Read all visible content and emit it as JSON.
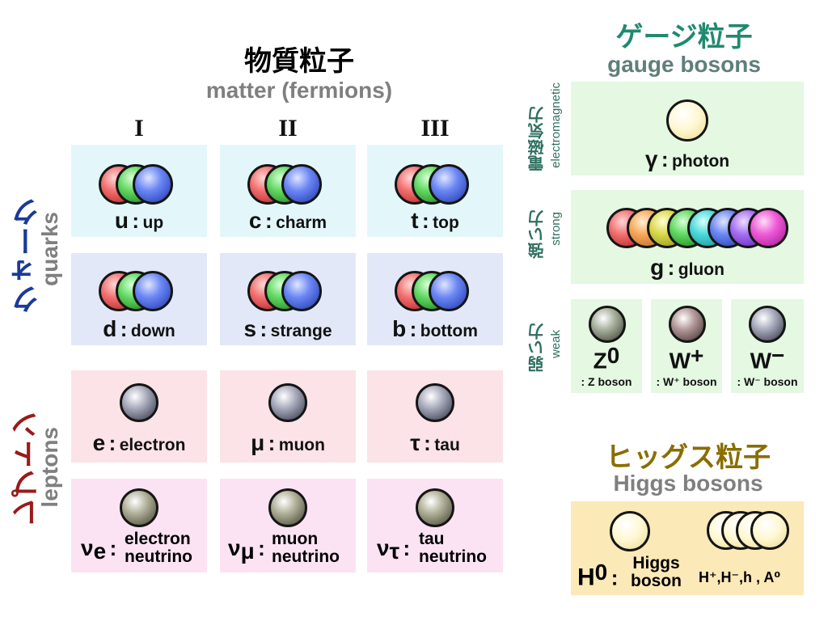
{
  "matter": {
    "title_jp": "物質粒子",
    "title_en": "matter (fermions)",
    "generations": [
      "I",
      "II",
      "III"
    ]
  },
  "quarks": {
    "label_jp": "クォーク",
    "label_en": "quarks",
    "up": [
      {
        "sym": "u",
        "name": "up"
      },
      {
        "sym": "c",
        "name": "charm"
      },
      {
        "sym": "t",
        "name": "top"
      }
    ],
    "down": [
      {
        "sym": "d",
        "name": "down"
      },
      {
        "sym": "s",
        "name": "strange"
      },
      {
        "sym": "b",
        "name": "bottom"
      }
    ]
  },
  "leptons": {
    "label_jp": "レプトン",
    "label_en": "leptons",
    "charged": [
      {
        "sym": "e",
        "name": "electron"
      },
      {
        "sym": "μ",
        "name": "muon"
      },
      {
        "sym": "τ",
        "name": "tau"
      }
    ],
    "neutrinos": [
      {
        "sym": "ν",
        "sub": "e",
        "name1": "electron",
        "name2": "neutrino"
      },
      {
        "sym": "ν",
        "sub": "μ",
        "name1": "muon",
        "name2": "neutrino"
      },
      {
        "sym": "ν",
        "sub": "τ",
        "name1": "tau",
        "name2": "neutrino"
      }
    ]
  },
  "gauge": {
    "title_jp": "ゲージ粒子",
    "title_en": "gauge bosons",
    "em": {
      "force_jp": "電磁気力",
      "force_en": "electromagnetic",
      "sym": "γ",
      "name": "photon"
    },
    "strong": {
      "force_jp": "強い力",
      "force_en": "strong",
      "sym": "g",
      "name": "gluon"
    },
    "weak": {
      "force_jp": "弱い力",
      "force_en": "weak",
      "bosons": [
        {
          "sym": "Z",
          "sup": "0",
          "name": ": Z boson"
        },
        {
          "sym": "W",
          "sup": "+",
          "name": ": W⁺ boson"
        },
        {
          "sym": "W",
          "sup": "−",
          "name": ": W⁻ boson"
        }
      ]
    }
  },
  "higgs": {
    "title_jp": "ヒッグス粒子",
    "title_en": "Higgs bosons",
    "h0": {
      "sym": "H",
      "sup": "0",
      "name1": "Higgs",
      "name2": "boson"
    },
    "others": "H⁺,H⁻,h , A⁰"
  },
  "separator": ":",
  "colors": {
    "gauge_title": "#1f8a70",
    "higgs_title": "#8a6d00",
    "quark_label": "#1a3a9a",
    "lepton_label": "#9a1a1a"
  }
}
